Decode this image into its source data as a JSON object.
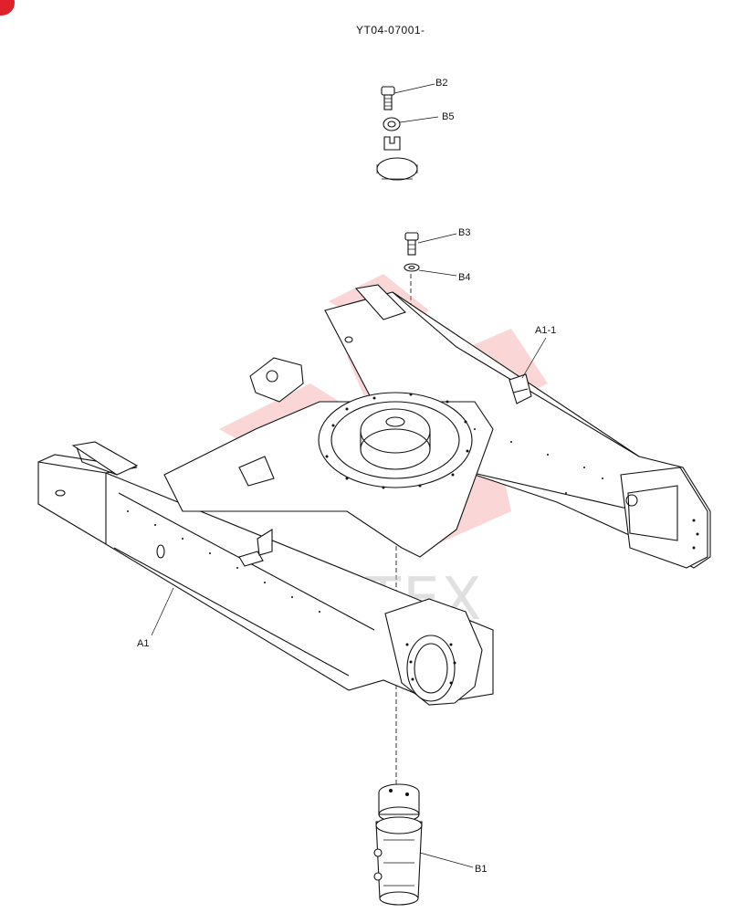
{
  "drawing_code": "YT04-07001-",
  "callouts": {
    "b2": "B2",
    "b5": "B5",
    "b3": "B3",
    "b4": "B4",
    "a1_1": "A1-1",
    "a1": "A1",
    "b1": "B1"
  },
  "watermark": {
    "text": "ИНТЕХ",
    "color": "#f08a8a"
  },
  "corner_badge_color": "#e0202a"
}
